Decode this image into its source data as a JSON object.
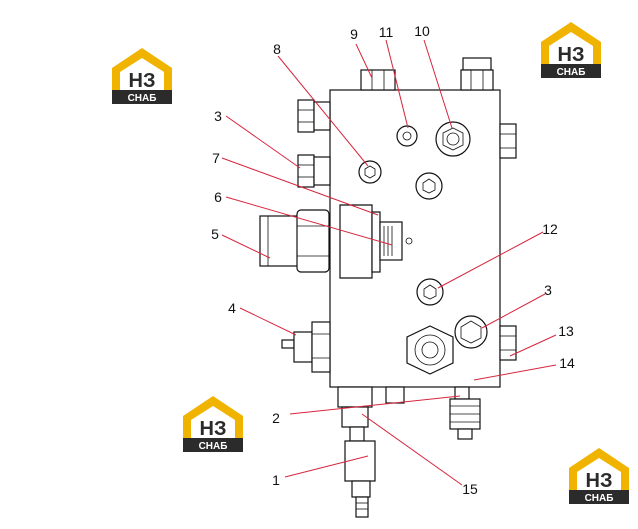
{
  "logo": {
    "mark": "НЗ",
    "subtext": "СНАБ",
    "colors": {
      "yellow": "#f0b400",
      "dark": "#2b2b2b"
    }
  },
  "callouts": [
    {
      "id": "c1",
      "label": "1"
    },
    {
      "id": "c2",
      "label": "2"
    },
    {
      "id": "c3a",
      "label": "3"
    },
    {
      "id": "c3b",
      "label": "3"
    },
    {
      "id": "c4",
      "label": "4"
    },
    {
      "id": "c5",
      "label": "5"
    },
    {
      "id": "c6",
      "label": "6"
    },
    {
      "id": "c7",
      "label": "7"
    },
    {
      "id": "c8",
      "label": "8"
    },
    {
      "id": "c9",
      "label": "9"
    },
    {
      "id": "c10",
      "label": "10"
    },
    {
      "id": "c11",
      "label": "11"
    },
    {
      "id": "c12",
      "label": "12"
    },
    {
      "id": "c13",
      "label": "13"
    },
    {
      "id": "c14",
      "label": "14"
    },
    {
      "id": "c15",
      "label": "15"
    }
  ],
  "colors": {
    "leader": "#d7263d",
    "outline": "#111111"
  }
}
